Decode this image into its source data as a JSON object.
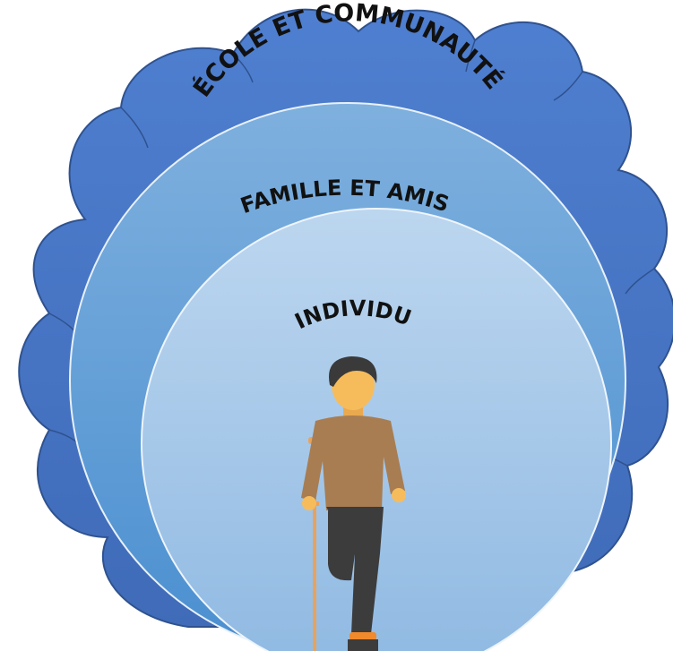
{
  "diagram": {
    "rings": {
      "outer": {
        "label": "ÉCOLE ET COMMUNAUTÉ"
      },
      "middle": {
        "label": "FAMILLE ET AMIS"
      },
      "inner": {
        "label": "INDIVIDU"
      }
    },
    "figure": {
      "icon": "person-with-crutch-icon"
    },
    "colors": {
      "cloud": "#4472c4",
      "cloud_edge": "#2f528f",
      "middle_ring": "#5b9bd5",
      "inner_ring": "#9dc3e6",
      "shirt": "#a87d52",
      "pants": "#3c3c3c",
      "skin": "#f6bc5c",
      "hair": "#3a3a3a",
      "crutch": "#e9a25b",
      "shoe": "#f08a2c"
    }
  }
}
